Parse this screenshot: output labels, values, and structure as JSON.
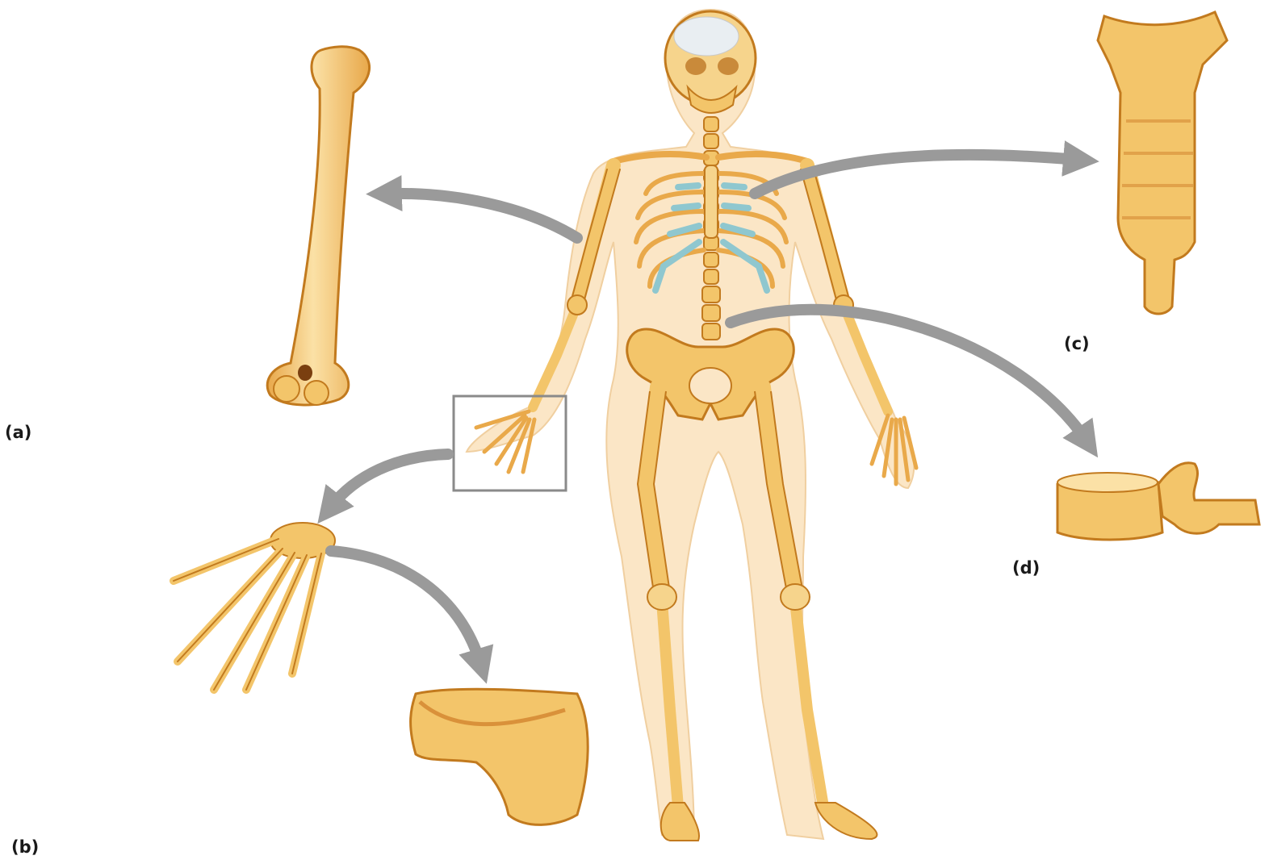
{
  "labels": {
    "a": "(a)",
    "b": "(b)",
    "c": "(c)",
    "d": "(d)"
  },
  "colors": {
    "bone": "#f3c56a",
    "bone_light": "#fbe1a6",
    "bone_outline": "#c27a1e",
    "body_silhouette": "#fbe6c6",
    "cartilage": "#8fc7cf",
    "arrow": "#9a9a9a",
    "frame": "#8a8a8a"
  }
}
